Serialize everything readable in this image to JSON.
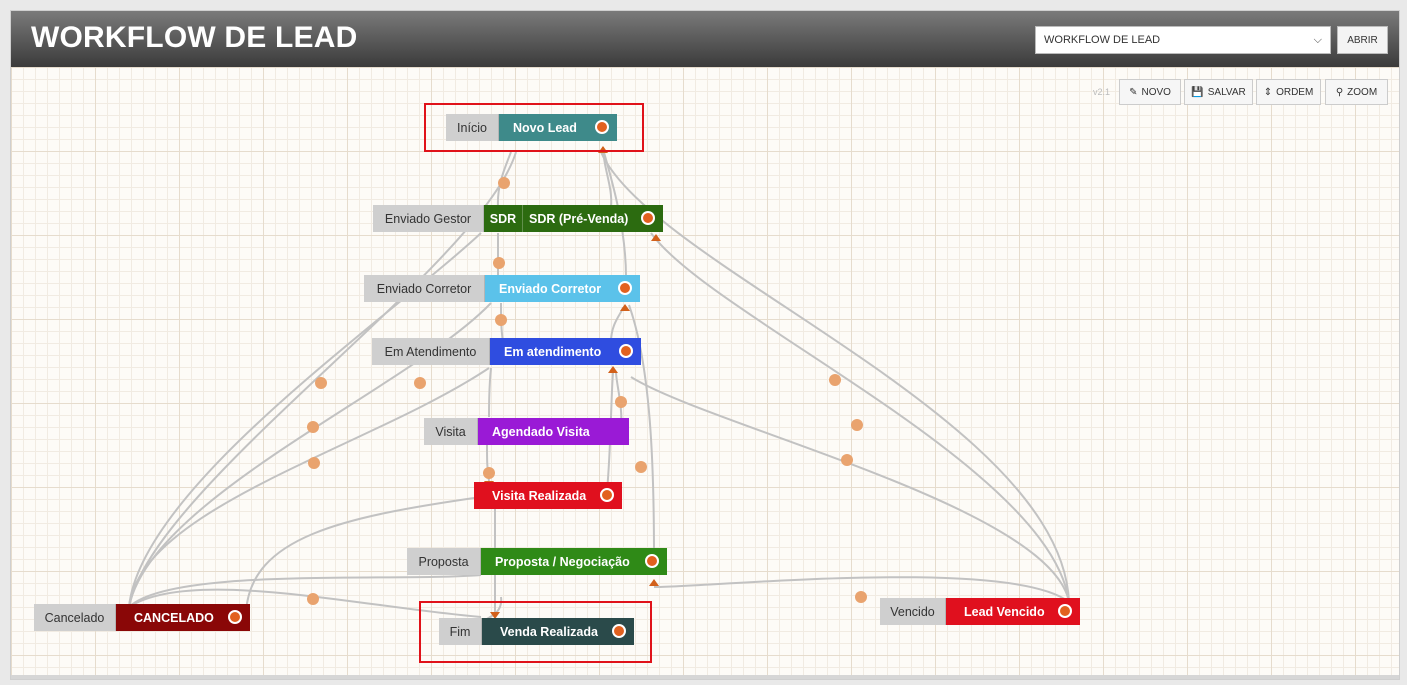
{
  "header": {
    "title": "WORKFLOW DE LEAD",
    "select_value": "WORKFLOW DE LEAD",
    "open_button": "ABRIR"
  },
  "toolbar": {
    "version": "v2.1",
    "new_label": "NOVO",
    "save_label": "SALVAR",
    "order_label": "ORDEM",
    "zoom_label": "ZOOM"
  },
  "nodes": {
    "inicio": {
      "label": "Início",
      "name": "Novo Lead",
      "color": "#3e8a8a"
    },
    "sdr": {
      "label": "Enviado Gestor",
      "prefix": "SDR",
      "name": "SDR (Pré-Venda)",
      "color": "#2c6b10"
    },
    "corretor": {
      "label": "Enviado Corretor",
      "name": "Enviado Corretor",
      "color": "#5bc2ea"
    },
    "atend": {
      "label": "Em Atendimento",
      "name": "Em atendimento",
      "color": "#2f4de0"
    },
    "visita": {
      "label": "Visita",
      "name": "Agendado Visita",
      "color": "#9a1ad6"
    },
    "realizada": {
      "label": "",
      "name": "Visita Realizada",
      "color": "#e0101e"
    },
    "proposta": {
      "label": "Proposta",
      "name": "Proposta / Negociação",
      "color": "#2f8a17"
    },
    "cancelado": {
      "label": "Cancelado",
      "name": "CANCELADO",
      "color": "#8a0707"
    },
    "fim": {
      "label": "Fim",
      "name": "Venda Realizada",
      "color": "#2a4a4a"
    },
    "vencido": {
      "label": "Vencido",
      "name": "Lead Vencido",
      "color": "#e0101e"
    }
  },
  "colors": {
    "edge": "#c2c2c2",
    "edge_dot": "#e9a36e",
    "arrow": "#d2601a",
    "highlight": "#e0121a"
  }
}
